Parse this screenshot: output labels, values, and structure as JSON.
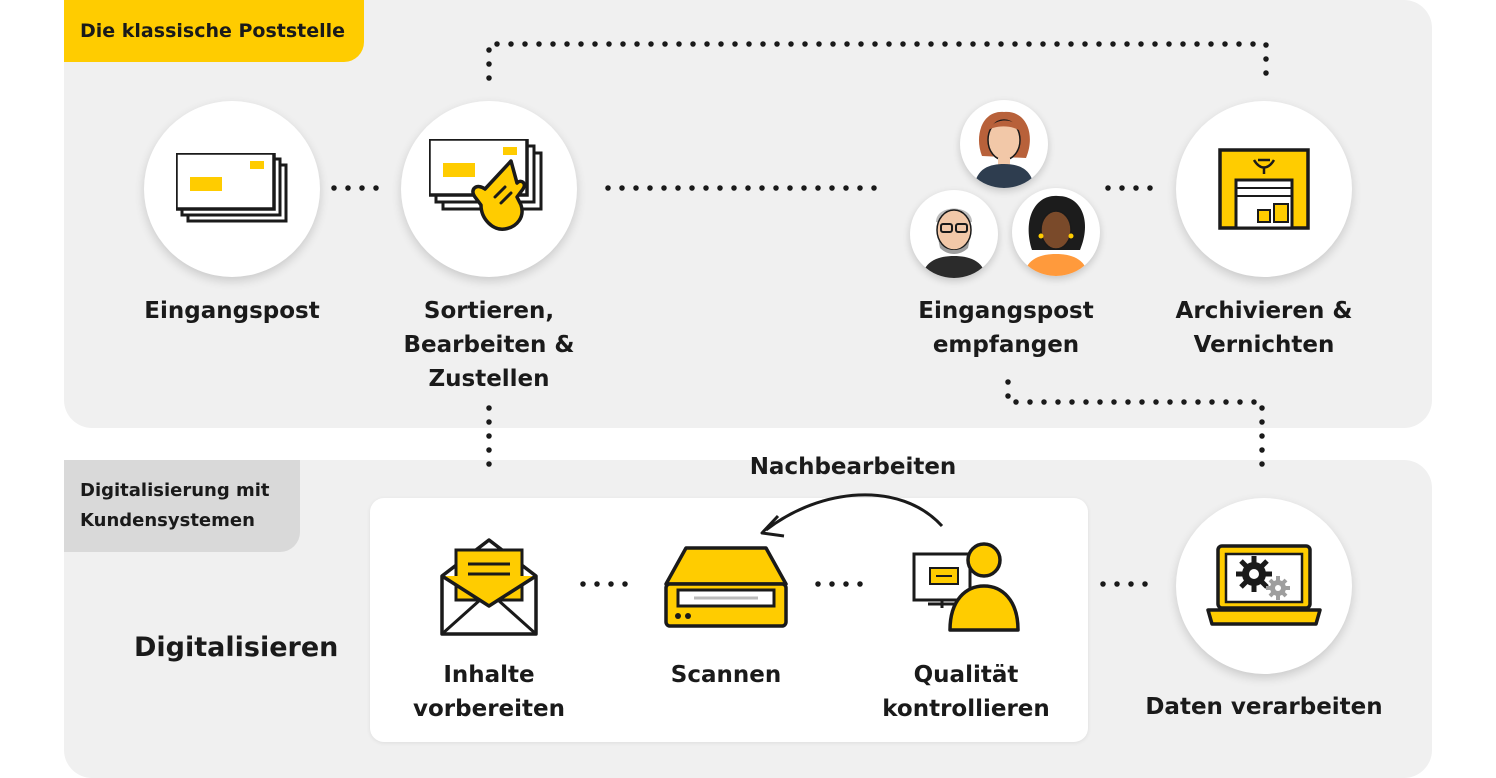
{
  "sections": {
    "classic": {
      "title": "Die klassische Poststelle"
    },
    "digital": {
      "title": "Digitalisierung mit\nKundensystemen"
    }
  },
  "classic_steps": [
    {
      "label": "Eingangspost",
      "icon": "envelopes-icon"
    },
    {
      "label": "Sortieren,\nBearbeiten &\nZustellen",
      "icon": "hand-sorting-icon"
    },
    {
      "label": "Eingangspost\nempfangen",
      "icon": "people-icon"
    },
    {
      "label": "Archivieren &\nVernichten",
      "icon": "warehouse-icon"
    }
  ],
  "digital_steps": {
    "heading": "Digitalisieren",
    "feedback_label": "Nachbearbeiten",
    "items": [
      {
        "label": "Inhalte\nvorbereiten",
        "icon": "open-envelope-icon"
      },
      {
        "label": "Scannen",
        "icon": "scanner-icon"
      },
      {
        "label": "Qualität\nkontrollieren",
        "icon": "quality-check-icon"
      }
    ],
    "final": {
      "label": "Daten verarbeiten",
      "icon": "laptop-gears-icon"
    }
  },
  "colors": {
    "accent": "#ffcc00",
    "panel": "#f0f0f0",
    "tag_gray": "#d9d9d9",
    "ink": "#1a1a1a"
  }
}
